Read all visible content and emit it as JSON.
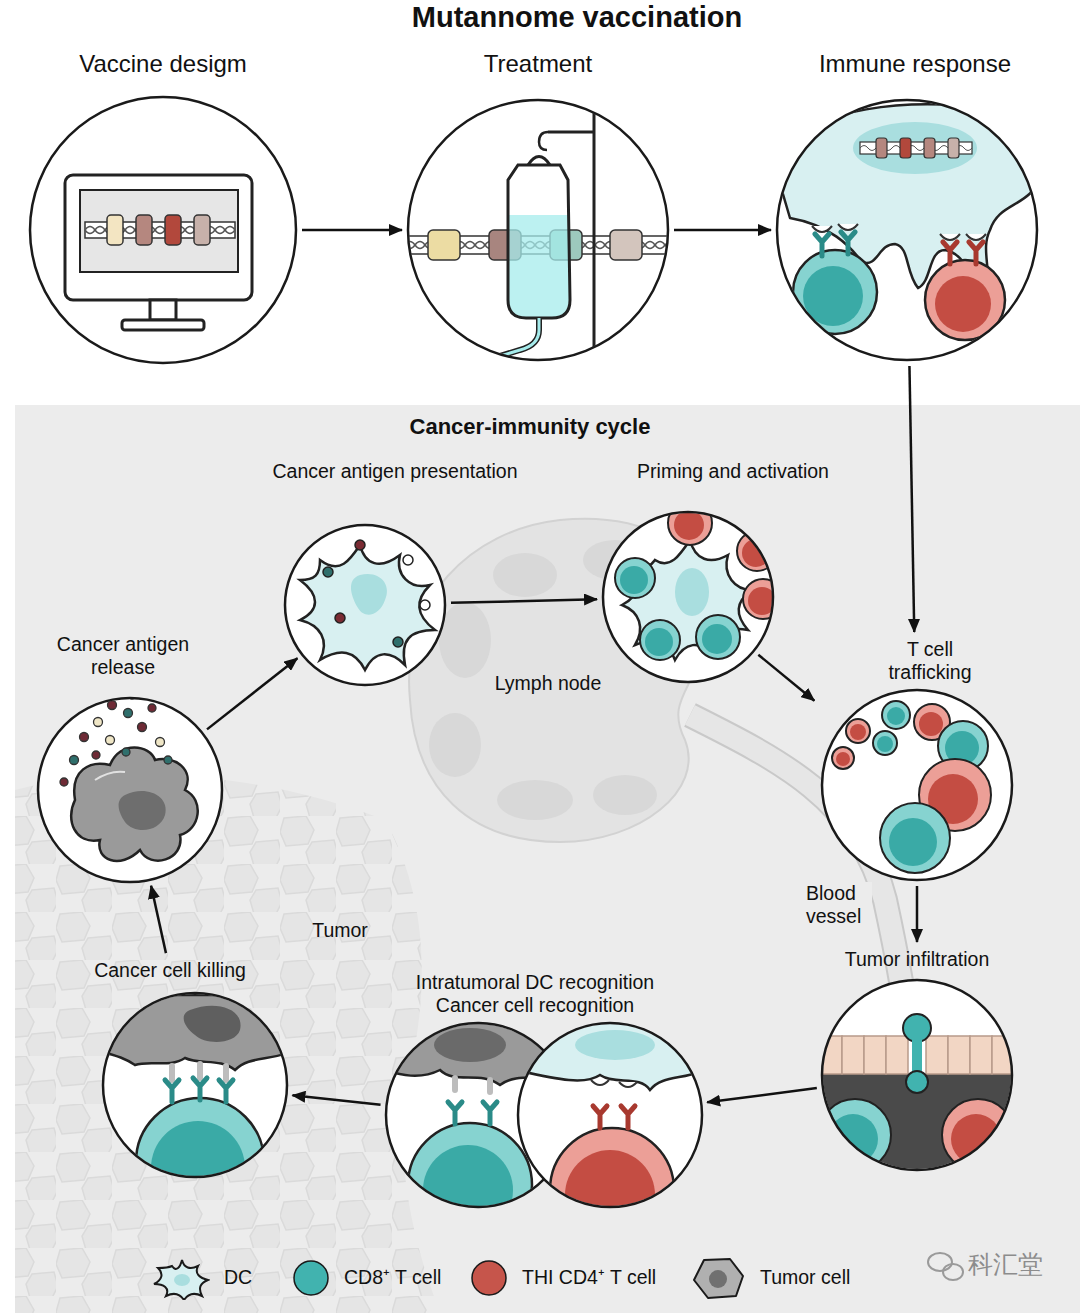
{
  "diagram": {
    "title": "Mutannome vaccination",
    "nodes": [
      {
        "text": [
          "Vaccine desigm"
        ]
      },
      {
        "text": [
          "Treatment"
        ]
      },
      {
        "text": [
          "Immune response"
        ]
      },
      {
        "text": [
          "Cancer-immunity cycle"
        ]
      },
      {
        "text": [
          "Cancer antigen presentation"
        ],
        "in": 3
      },
      {
        "text": [
          "Priming and activation"
        ],
        "in": 3
      },
      {
        "text": [
          "T cell trafficking"
        ],
        "in": 3
      },
      {
        "text": [
          "Tumor infiltration"
        ],
        "in": 3
      },
      {
        "text": [
          "Intratumoral DC recognition",
          "Cancer cell recognition"
        ],
        "in": 3
      },
      {
        "text": [
          "Cancer cell killing"
        ],
        "in": 3
      },
      {
        "text": [
          "Cancer antigen release"
        ],
        "in": 3
      }
    ],
    "edges": [
      {
        "from": 0,
        "to": 1,
        "arrow": "to"
      },
      {
        "from": 1,
        "to": 2,
        "arrow": "to"
      },
      {
        "from": 2,
        "to": 6,
        "arrow": "to"
      },
      {
        "from": 4,
        "to": 5,
        "arrow": "to"
      },
      {
        "from": 5,
        "to": 6,
        "arrow": "to"
      },
      {
        "from": 6,
        "to": 7,
        "arrow": "to"
      },
      {
        "from": 7,
        "to": 8,
        "arrow": "to"
      },
      {
        "from": 8,
        "to": 9,
        "arrow": "to"
      },
      {
        "from": 9,
        "to": 10,
        "arrow": "to"
      },
      {
        "from": 10,
        "to": 4,
        "arrow": "to"
      }
    ],
    "labels": [
      "Lymph node",
      "Blood vessel",
      "Tumor",
      "科汇堂"
    ],
    "legend": [
      {
        "text": "DC"
      },
      {
        "text": "CD8⁺ T cell",
        "color": "#41b3af"
      },
      {
        "text": "THI CD4⁺ T cell",
        "color": "#c6554b"
      },
      {
        "text": "Tumor cell"
      }
    ]
  }
}
